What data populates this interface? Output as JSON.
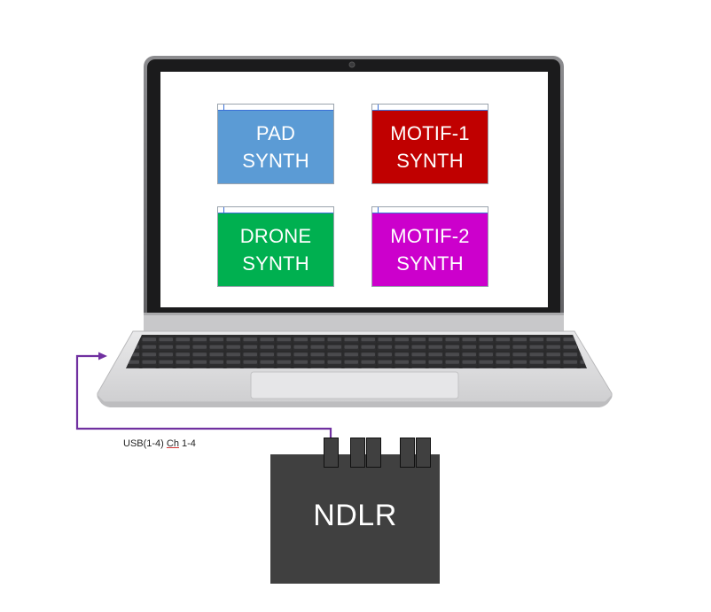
{
  "screen": {
    "windows": [
      {
        "id": "pad",
        "line1": "PAD",
        "line2": "SYNTH",
        "color": "#5b9bd5"
      },
      {
        "id": "motif1",
        "line1": "MOTIF-1",
        "line2": "SYNTH",
        "color": "#c00000"
      },
      {
        "id": "drone",
        "line1": "DRONE",
        "line2": "SYNTH",
        "color": "#00b050"
      },
      {
        "id": "motif2",
        "line1": "MOTIF-2",
        "line2": "SYNTH",
        "color": "#cc00cc"
      }
    ]
  },
  "connection": {
    "label_prefix": "USB(1-4) ",
    "label_ch": "Ch",
    "label_suffix": " 1-4",
    "color": "#7030a0"
  },
  "device": {
    "name": "NDLR",
    "color": "#404040"
  }
}
